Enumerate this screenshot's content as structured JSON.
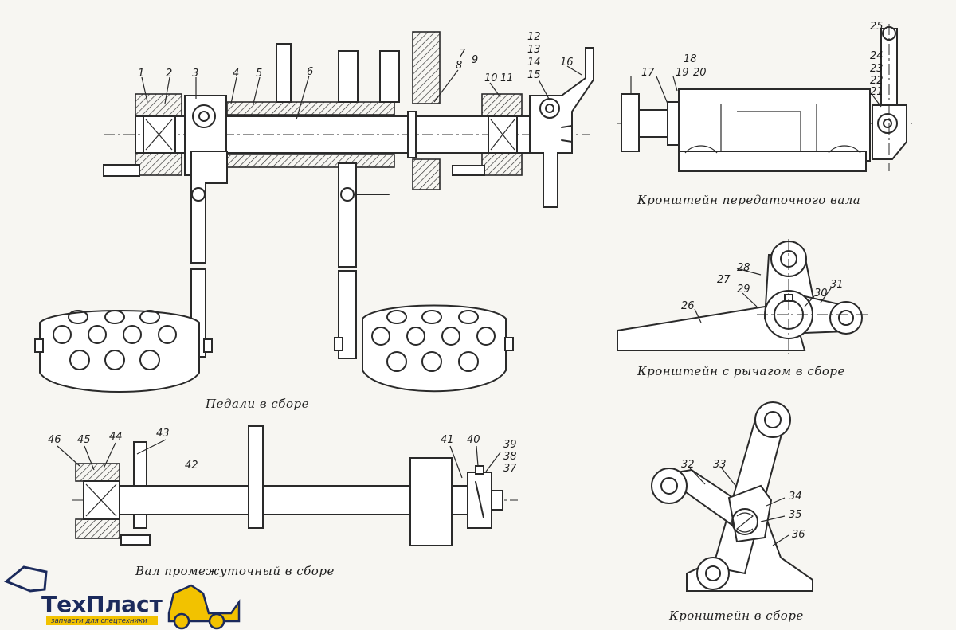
{
  "captions": {
    "pedals": "Педали в сборе",
    "transfer_bracket": "Кронштейн передаточного вала",
    "lever_bracket": "Кронштейн с рычагом в сборе",
    "intermediate_shaft": "Вал промежуточный в сборе",
    "bracket_assembly": "Кронштейн в сборе"
  },
  "callouts": {
    "n1": "1",
    "n2": "2",
    "n3": "3",
    "n4": "4",
    "n5": "5",
    "n6": "6",
    "n7": "7",
    "n8": "8",
    "n9": "9",
    "n10": "10",
    "n11": "11",
    "n12": "12",
    "n13": "13",
    "n14": "14",
    "n15": "15",
    "n16": "16",
    "n17": "17",
    "n18": "18",
    "n19": "19",
    "n20": "20",
    "n21": "21",
    "n22": "22",
    "n23": "23",
    "n24": "24",
    "n25": "25",
    "n26": "26",
    "n27": "27",
    "n28": "28",
    "n29": "29",
    "n30": "30",
    "n31": "31",
    "n32": "32",
    "n33": "33",
    "n34": "34",
    "n35": "35",
    "n36": "36",
    "n37": "37",
    "n38": "38",
    "n39": "39",
    "n40": "40",
    "n41": "41",
    "n42": "42",
    "n43": "43",
    "n44": "44",
    "n45": "45",
    "n46": "46"
  },
  "logo": {
    "brand": "ТехПласт",
    "tagline": "запчасти для спецтехники",
    "accent_color": "#f2c200",
    "brand_color": "#1b2a5c"
  }
}
